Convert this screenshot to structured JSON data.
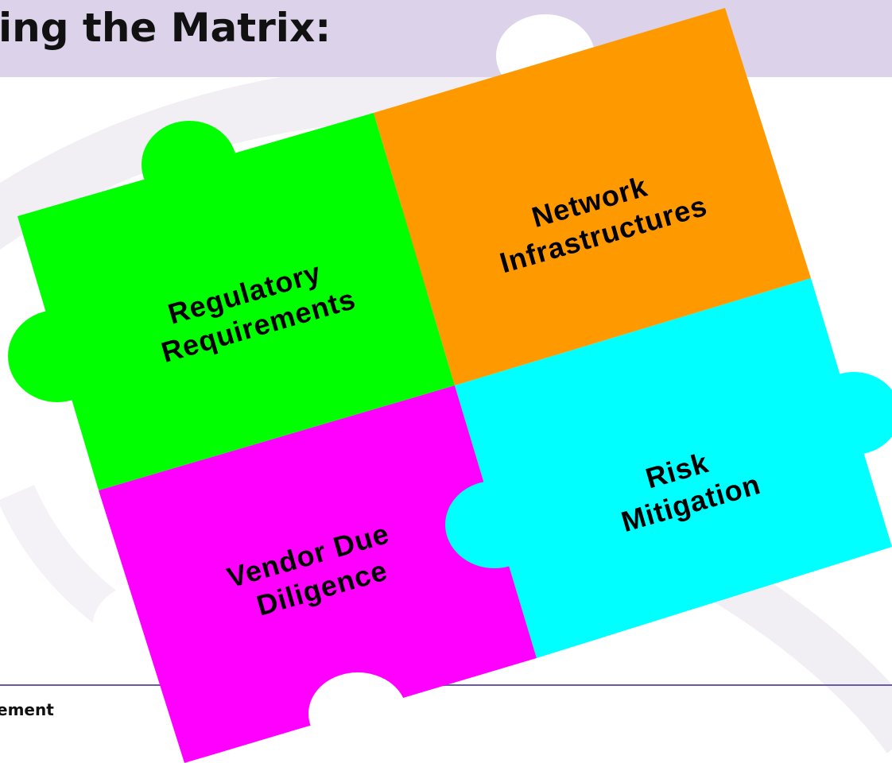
{
  "slide": {
    "title": "ing the Matrix:",
    "footer": "ement"
  },
  "pieces": [
    {
      "line1": "Regulatory",
      "line2": "Requirements",
      "color": "#00ff00"
    },
    {
      "line1": "Network",
      "line2": "Infrastructures",
      "color": "#ff9900"
    },
    {
      "line1": "Vendor Due",
      "line2": "Diligence",
      "color": "#ff00ff"
    },
    {
      "line1": "Risk",
      "line2": "Mitigation",
      "color": "#00ffff"
    }
  ],
  "colors": {
    "title_band": "#dcd3ea",
    "footer_rule": "#6a59a8"
  }
}
